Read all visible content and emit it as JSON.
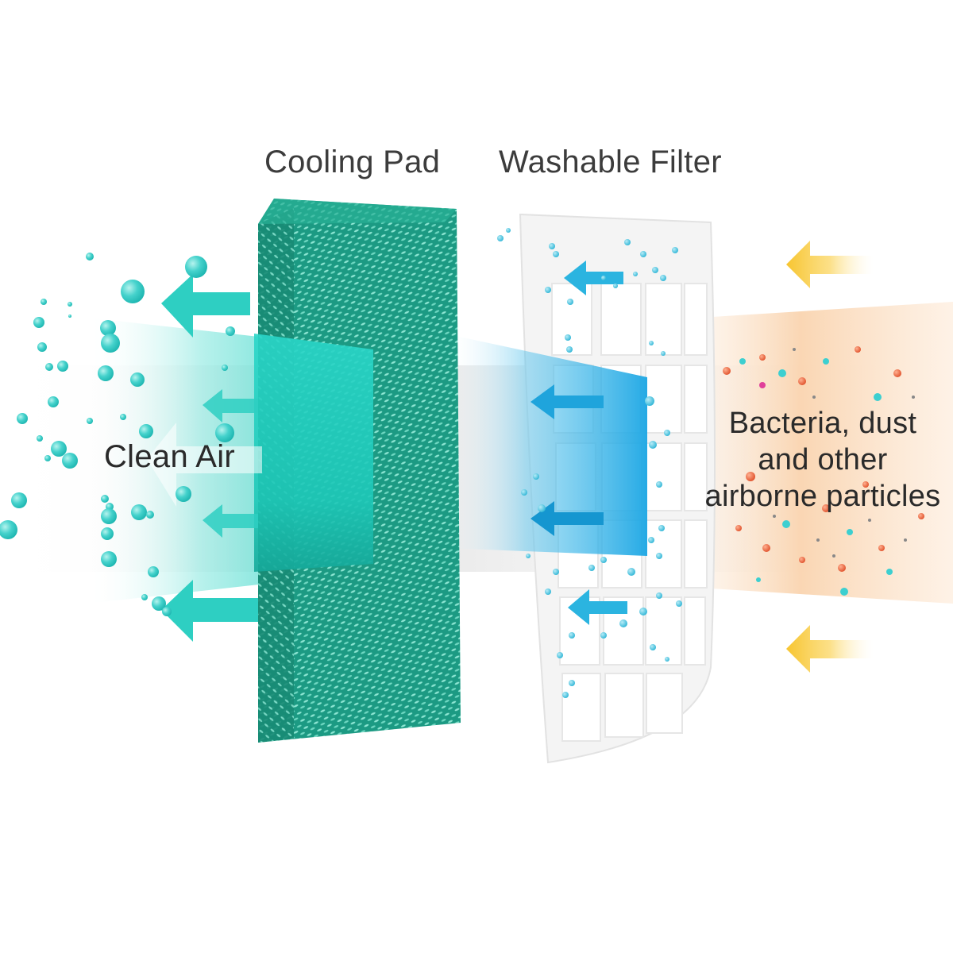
{
  "labels": {
    "cooling_pad": "Cooling Pad",
    "washable_filter": "Washable Filter",
    "clean_air": "Clean Air",
    "particles_line1": "Bacteria, dust",
    "particles_line2": "and other",
    "particles_line3": "airborne particles"
  },
  "colors": {
    "background": "#ffffff",
    "text": "#3c3c3c",
    "cooling_pad": "#1f9e86",
    "cooling_pad_highlight": "#7fe0cc",
    "clean_air_teal": "#2ed3c4",
    "filter_frame": "#f2f2f2",
    "filter_airflow_blue": "#29a8e0",
    "dirty_air_orange": "#fbd3b0",
    "incoming_arrow_yellow": "#f7c93c",
    "particle_red": "#e8603c",
    "particle_cyan": "#3ccfd0",
    "particle_gray": "#8a8a8a"
  },
  "icons": {
    "outgoing_arrows": "teal-left-arrow-icon",
    "filter_arrows": "blue-left-arrow-icon",
    "incoming_arrows": "yellow-left-arrow-icon",
    "bubbles": "water-droplet-icon"
  }
}
